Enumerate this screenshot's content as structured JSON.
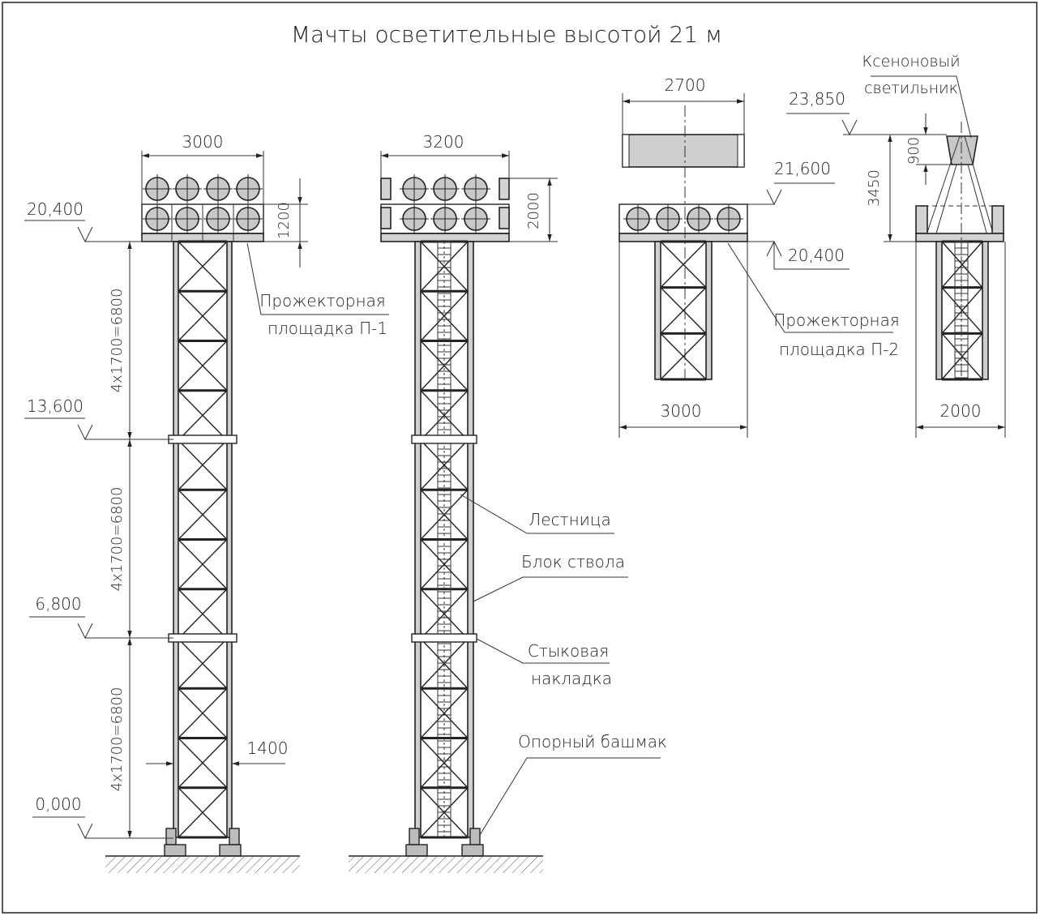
{
  "title": "Мачты осветительные высотой 21 м",
  "elevations": {
    "e20400": "20,400",
    "e13600": "13,600",
    "e6800": "6,800",
    "e0": "0,000",
    "e23850": "23,850",
    "e21600": "21,600",
    "e20400b": "20,400"
  },
  "dimensions": {
    "w3000_a": "3000",
    "w3200": "3200",
    "w2700": "2700",
    "w3000_b": "3000",
    "w2000": "2000",
    "h1200": "1200",
    "h2000": "2000",
    "h900": "900",
    "h3450": "3450",
    "w1400": "1400",
    "seg1": "4x1700=6800",
    "seg2": "4x1700=6800",
    "seg3": "4x1700=6800"
  },
  "callouts": {
    "p1_line1": "Прожекторная",
    "p1_line2": "площадка П-1",
    "p2_line1": "Прожекторная",
    "p2_line2": "площадка П-2",
    "xenon_line1": "Ксеноновый",
    "xenon_line2": "светильник",
    "ladder": "Лестница",
    "trunk": "Блок ствола",
    "joint_line1": "Стыковая",
    "joint_line2": "накладка",
    "shoe": "Опорный башмак"
  }
}
